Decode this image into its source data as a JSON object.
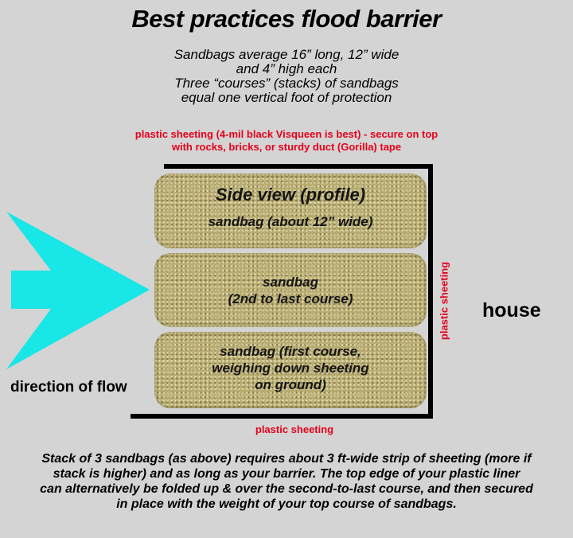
{
  "title": "Best practices flood barrier",
  "intro_lines": [
    "Sandbags average 16” long, 12” wide",
    "and 4” high each",
    "Three “courses” (stacks) of sandbags",
    "equal one vertical foot of protection"
  ],
  "top_note_lines": [
    "plastic sheeting (4-mil black Visqueen is best) - secure on top",
    "with rocks, bricks, or sturdy duct (Gorilla) tape"
  ],
  "sandbags": {
    "top": {
      "heading": "Side view (profile)",
      "lines": [
        "sandbag (about 12” wide)"
      ]
    },
    "middle": {
      "lines": [
        "sandbag",
        "(2nd to last course)"
      ]
    },
    "bottom": {
      "lines": [
        "sandbag (first course,",
        "weighing down sheeting",
        "on ground)"
      ]
    }
  },
  "flow_label": "direction of flow",
  "house_label": "house",
  "side_sheeting_label": "plastic sheeting",
  "bottom_sheeting_label": "plastic sheeting",
  "footer_lines": [
    "Stack of 3 sandbags (as above) requires about 3 ft-wide strip of sheeting (more if",
    "stack is higher) and as long as your barrier. The top edge of your plastic liner",
    "can alternatively be folded up & over the second-to-last course, and then secured",
    "in place with the weight of your top course of sandbags."
  ],
  "colors": {
    "background": "#d4d4d4",
    "arrow": "#19e6e6",
    "annotation_red": "#e4001b",
    "sandbag": "#b7ab72",
    "sheeting": "#000000"
  },
  "icons": {
    "flow_arrow": "arrow-right-icon"
  }
}
